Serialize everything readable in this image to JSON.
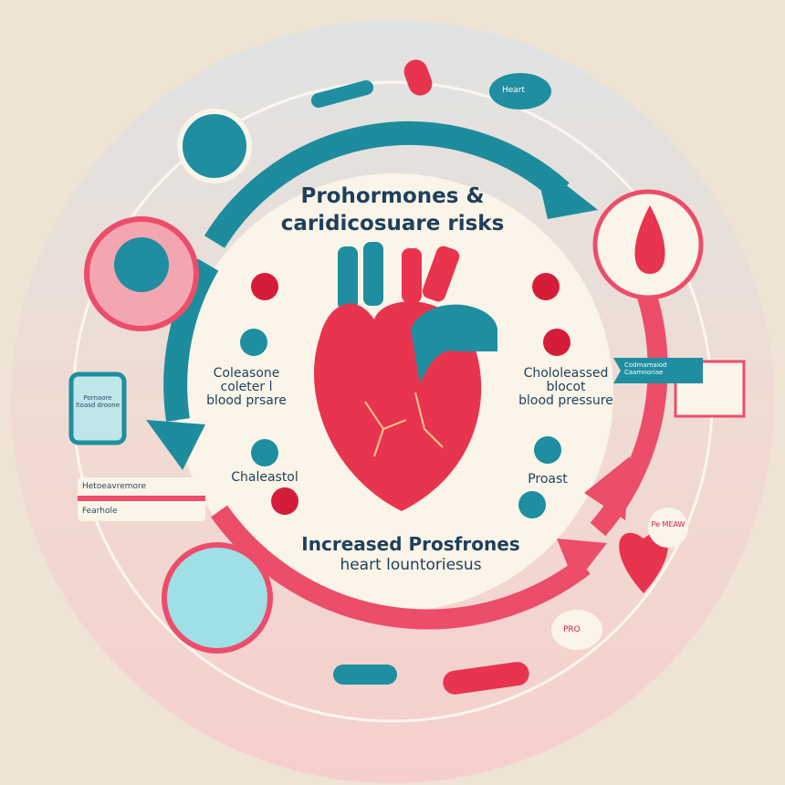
{
  "title": {
    "line1": "Prohormones &",
    "line2": "caridicosuare risks"
  },
  "left_labels": {
    "top_line1": "Coleasone",
    "top_line2": "coleter l",
    "top_line3": "blood prsare",
    "bottom": "Chaleastol"
  },
  "right_labels": {
    "top_line1": "Chololeassed",
    "top_line2": "blocot",
    "top_line3": "blood pressure",
    "bottom": "Proast"
  },
  "bottom_caption": {
    "line1": "Increased Prosfrones",
    "line2": "heart lountoriesus"
  },
  "icons": {
    "pill_tag": "Heart",
    "jar_label": "Pornaore ltoasd droone",
    "side_card_top": "Hetoeavremore",
    "side_card_bottom": "Fearhole",
    "ribbon": "Codmamaiod Caamnoriae",
    "badge": "Pe MEAW",
    "badge2": "PRO"
  },
  "colors": {
    "teal": "#1d8c9c",
    "pink": "#ec4d6a",
    "navy": "#1f3f5c",
    "cream": "#faf5e8"
  }
}
